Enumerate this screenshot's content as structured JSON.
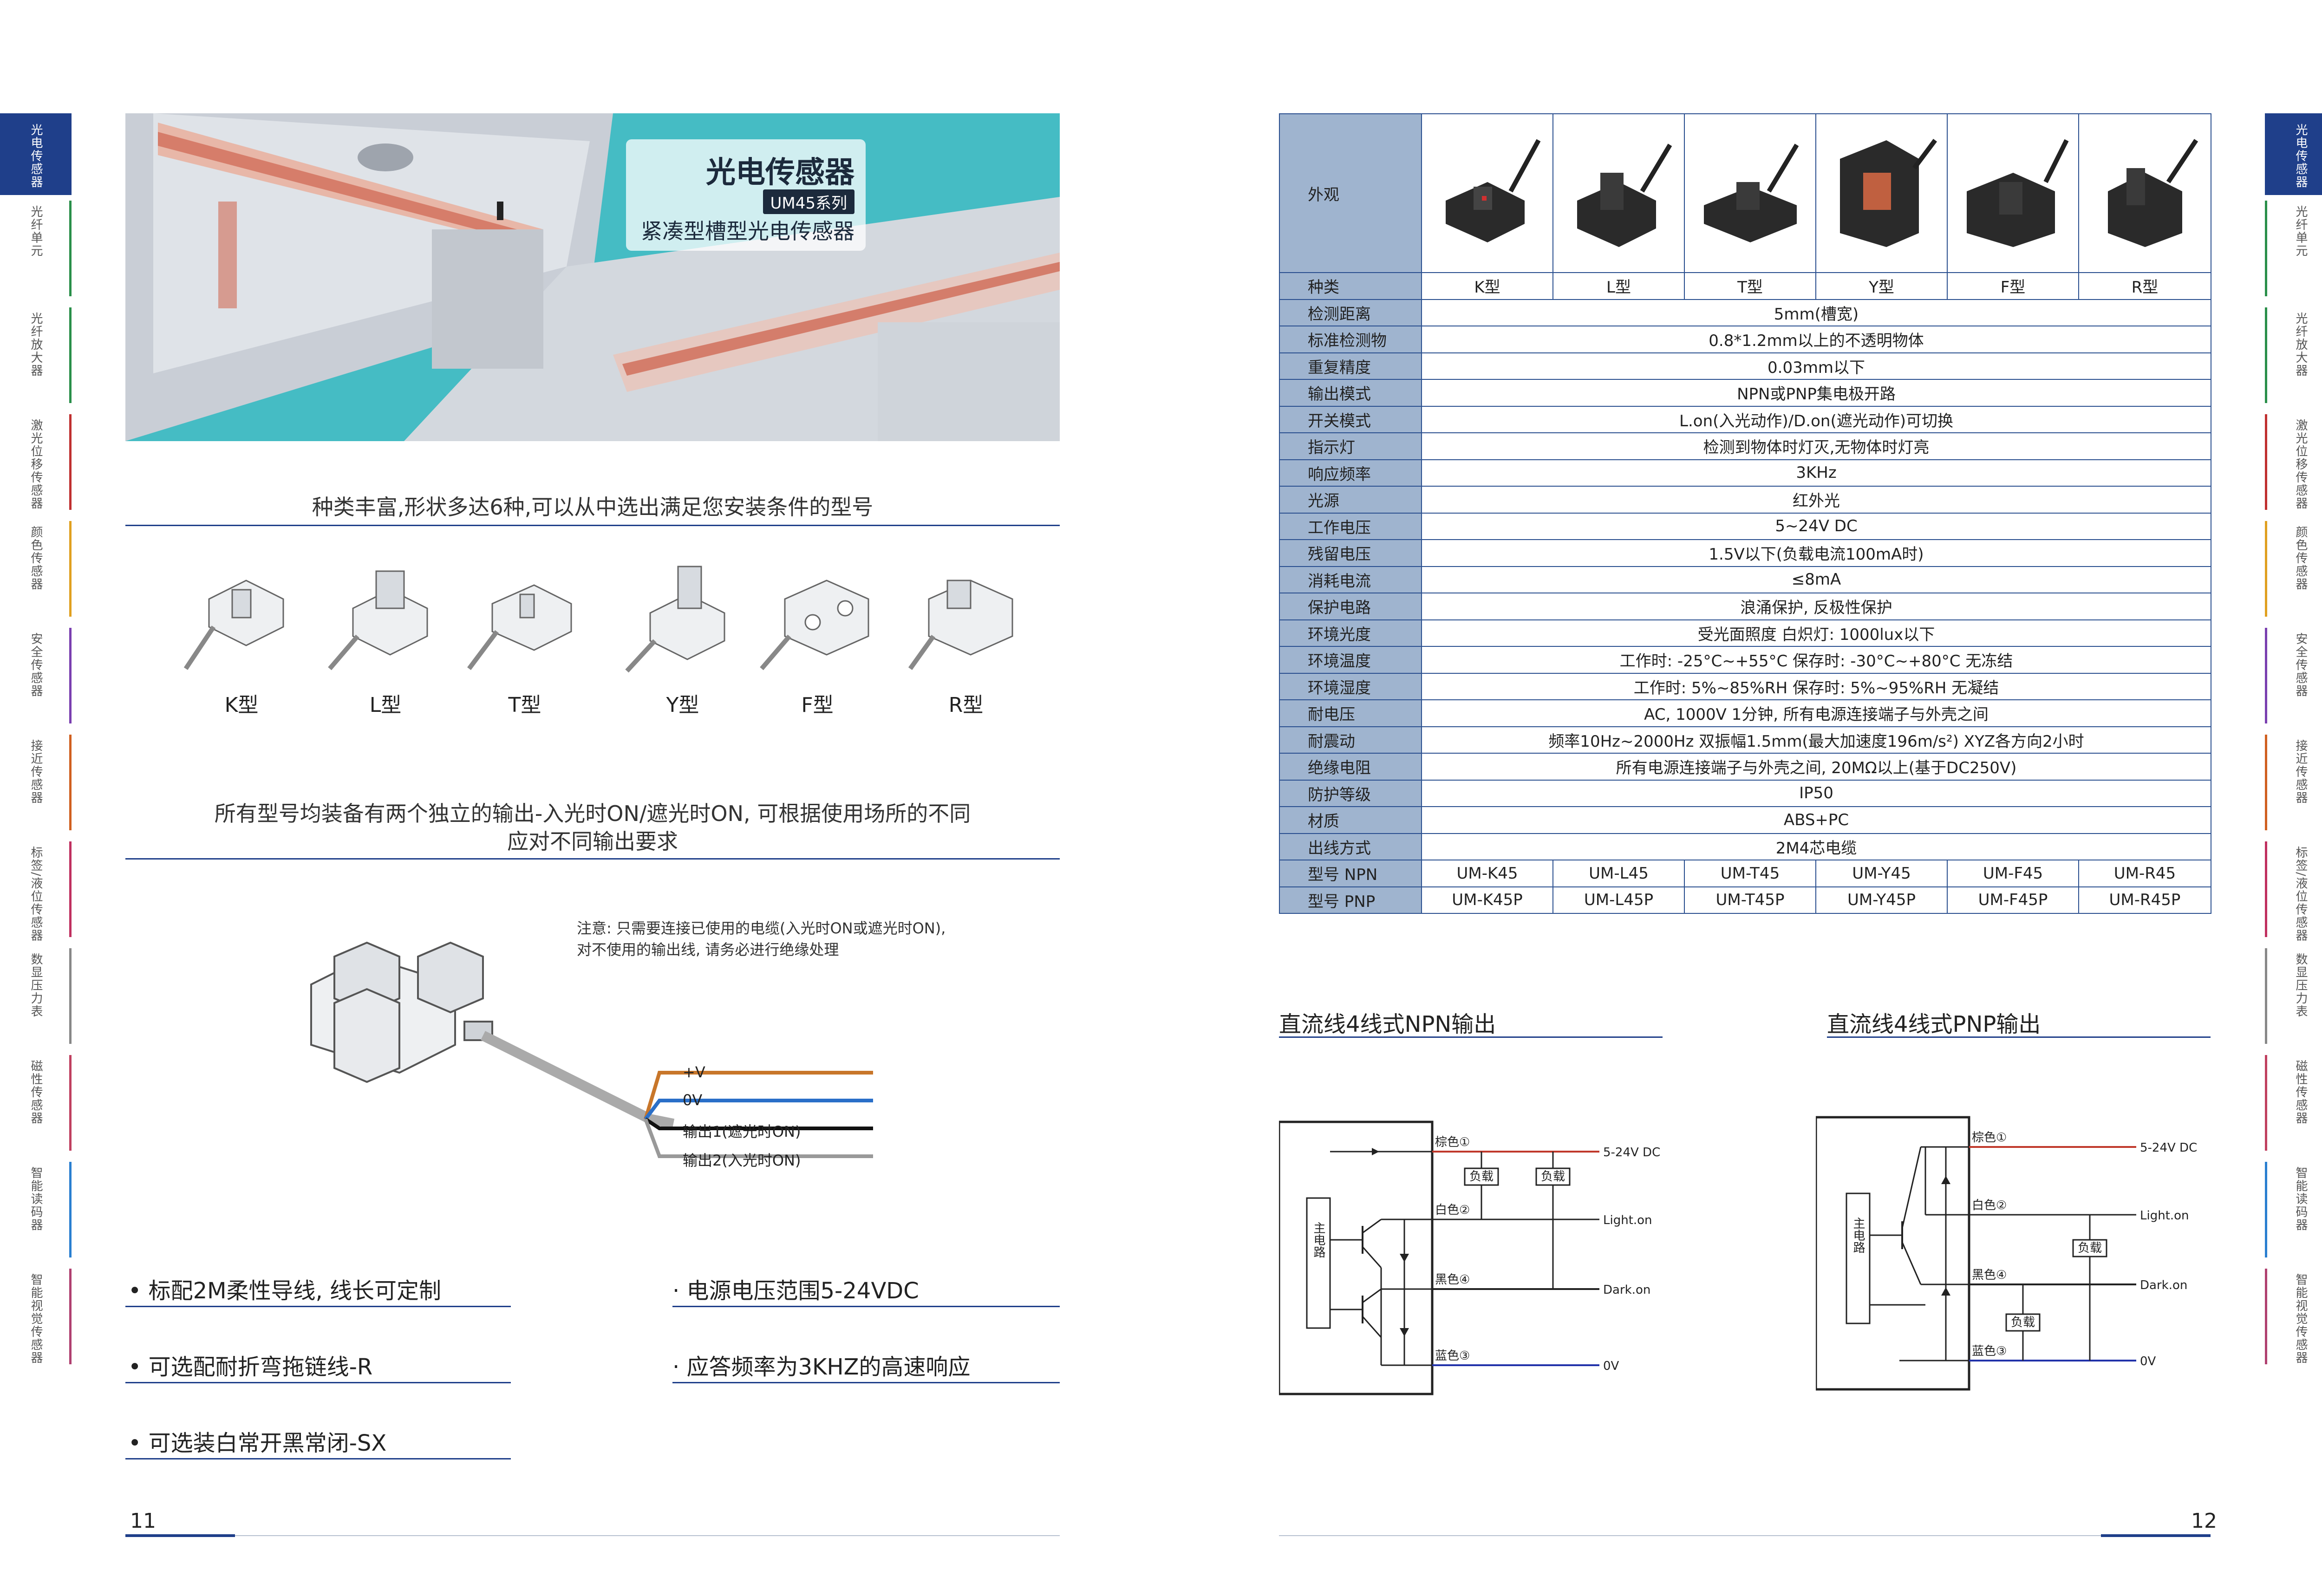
{
  "left_tabs": [
    {
      "label": "光电传感器",
      "active": true,
      "color": "#1f3f8a"
    },
    {
      "label": "光纤单元",
      "active": false,
      "color": "#2a8f4a"
    },
    {
      "label": "光纤放大器",
      "active": false,
      "color": "#2a8f4a"
    },
    {
      "label": "激光位移传感器",
      "active": false,
      "color": "#c03030"
    },
    {
      "label": "颜色传感器",
      "active": false,
      "color": "#e0a020"
    },
    {
      "label": "安全传感器",
      "active": false,
      "color": "#7a3fb0"
    },
    {
      "label": "接近传感器",
      "active": false,
      "color": "#d06020"
    },
    {
      "label": "标签/液位传感器",
      "active": false,
      "color": "#c03060"
    },
    {
      "label": "数显压力表",
      "active": false,
      "color": "#888888"
    },
    {
      "label": "磁性传感器",
      "active": false,
      "color": "#c04060"
    },
    {
      "label": "智能读码器",
      "active": false,
      "color": "#2a7fd0"
    },
    {
      "label": "智能视觉传感器",
      "active": false,
      "color": "#b04070"
    }
  ],
  "hero": {
    "title": "光电传感器",
    "series": "UM45系列",
    "subtitle": "紧凑型槽型光电传感器"
  },
  "types_section": {
    "title": "种类丰富,形状多达6种,可以从中选出满足您安装条件的型号",
    "items": [
      "K型",
      "L型",
      "T型",
      "Y型",
      "F型",
      "R型"
    ]
  },
  "output_section": {
    "title_line1": "所有型号均装备有两个独立的输出-入光时ON/遮光时ON, 可根据使用场所的不同",
    "title_line2": "应对不同输出要求",
    "note_line1": "注意: 只需要连接已使用的电缆(入光时ON或遮光时ON),",
    "note_line2": "对不使用的输出线, 请务必进行绝缘处理",
    "wires": [
      {
        "label": "+V",
        "color": "#c8762a"
      },
      {
        "label": "0V",
        "color": "#2a6fc8"
      },
      {
        "label": "输出1(遮光时ON)",
        "color": "#111111"
      },
      {
        "label": "输出2(入光时ON)",
        "color": "#888888"
      }
    ]
  },
  "features": [
    "• 标配2M柔性导线, 线长可定制",
    "· 电源电压范围5-24VDC",
    "• 可选配耐折弯拖链线-R",
    "· 应答频率为3KHZ的高速响应",
    "• 可选装白常开黑常闭-SX"
  ],
  "page_left": "11",
  "page_right": "12",
  "spec_table": {
    "appearance_label": "外观",
    "type_label": "种类",
    "types": [
      "K型",
      "L型",
      "T型",
      "Y型",
      "F型",
      "R型"
    ],
    "rows": [
      {
        "label": "检测距离",
        "value": "5mm(槽宽)"
      },
      {
        "label": "标准检测物",
        "value": "0.8*1.2mm以上的不透明物体"
      },
      {
        "label": "重复精度",
        "value": "0.03mm以下"
      },
      {
        "label": "输出模式",
        "value": "NPN或PNP集电极开路"
      },
      {
        "label": "开关模式",
        "value": "L.on(入光动作)/D.on(遮光动作)可切换"
      },
      {
        "label": "指示灯",
        "value": "检测到物体时灯灭,无物体时灯亮"
      },
      {
        "label": "响应频率",
        "value": "3KHz"
      },
      {
        "label": "光源",
        "value": "红外光"
      },
      {
        "label": "工作电压",
        "value": "5~24V DC"
      },
      {
        "label": "残留电压",
        "value": "1.5V以下(负载电流100mA时)"
      },
      {
        "label": "消耗电流",
        "value": "≤8mA"
      },
      {
        "label": "保护电路",
        "value": "浪涌保护, 反极性保护"
      },
      {
        "label": "环境光度",
        "value": "受光面照度  白炽灯: 1000lux以下"
      },
      {
        "label": "环境温度",
        "value": "工作时: -25°C~+55°C    保存时: -30°C~+80°C    无冻结"
      },
      {
        "label": "环境湿度",
        "value": "工作时: 5%~85%RH    保存时: 5%~95%RH    无凝结"
      },
      {
        "label": "耐电压",
        "value": "AC, 1000V 1分钟, 所有电源连接端子与外壳之间"
      },
      {
        "label": "耐震动",
        "value": "频率10Hz~2000Hz    双振幅1.5mm(最大加速度196m/s²)    XYZ各方向2小时"
      },
      {
        "label": "绝缘电阻",
        "value": "所有电源连接端子与外壳之间, 20MΩ以上(基于DC250V)"
      },
      {
        "label": "防护等级",
        "value": "IP50"
      },
      {
        "label": "材质",
        "value": "ABS+PC"
      },
      {
        "label": "出线方式",
        "value": "2M4芯电缆"
      }
    ],
    "npn_label": "型号 NPN",
    "npn": [
      "UM-K45",
      "UM-L45",
      "UM-T45",
      "UM-Y45",
      "UM-F45",
      "UM-R45"
    ],
    "pnp_label": "型号 PNP",
    "pnp": [
      "UM-K45P",
      "UM-L45P",
      "UM-T45P",
      "UM-Y45P",
      "UM-F45P",
      "UM-R45P"
    ]
  },
  "circuits": {
    "npn_title": "直流线4线式NPN输出",
    "pnp_title": "直流线4线式PNP输出",
    "main_circuit": "主电路",
    "brown": "棕色①",
    "white": "白色②",
    "black": "黑色④",
    "blue": "蓝色③",
    "load": "负载",
    "v_supply": "5-24V DC",
    "light_on": "Light.on",
    "dark_on": "Dark.on",
    "zero_v": "0V"
  }
}
